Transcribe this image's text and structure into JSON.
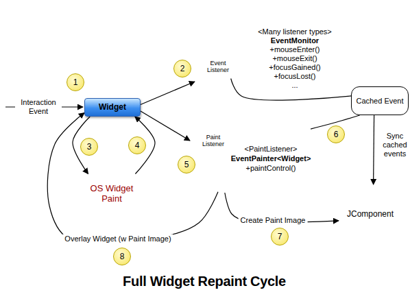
{
  "diagram": {
    "title": "Full Widget Repaint Cycle",
    "nodes": [
      {
        "text": [
          "Widget"
        ]
      },
      {
        "text": [
          "<Many listener types>",
          "EventMonitor",
          "+mouseEnter()",
          "+mouseExit()",
          "+focusGained()",
          "+focusLost()",
          "..."
        ]
      },
      {
        "text": [
          "Event Listener"
        ],
        "in": 1
      },
      {
        "text": [
          "Cached Event"
        ]
      },
      {
        "text": [
          "OS Widget Paint"
        ]
      },
      {
        "text": [
          "<PaintListener>",
          "EventPainter<Widget>",
          "+paintControl()"
        ]
      },
      {
        "text": [
          "Paint Listener"
        ],
        "in": 5
      },
      {
        "text": [
          "JComponent"
        ]
      }
    ],
    "edges": [
      {
        "from": 0,
        "to": 1,
        "arrow": "to"
      },
      {
        "from": 0,
        "to": 6,
        "arrow": "to"
      },
      {
        "from": 0,
        "to": 4,
        "arrow": "to"
      },
      {
        "from": 4,
        "to": 0,
        "arrow": "to"
      },
      {
        "from": 2,
        "to": 3,
        "arrow": "none"
      },
      {
        "from": 3,
        "to": 7,
        "arrow": "to",
        "label": "Sync cached events"
      },
      {
        "from": 5,
        "to": 3,
        "arrow": "none"
      },
      {
        "from": 5,
        "to": 7,
        "arrow": "to",
        "label": "Create Paint Image"
      },
      {
        "from": 5,
        "to": 0,
        "arrow": "to",
        "label": "Overlay Widget (w Paint Image)"
      }
    ],
    "labels": [
      "Interaction Event",
      "1",
      "2",
      "3",
      "4",
      "5",
      "6",
      "7",
      "8"
    ]
  }
}
